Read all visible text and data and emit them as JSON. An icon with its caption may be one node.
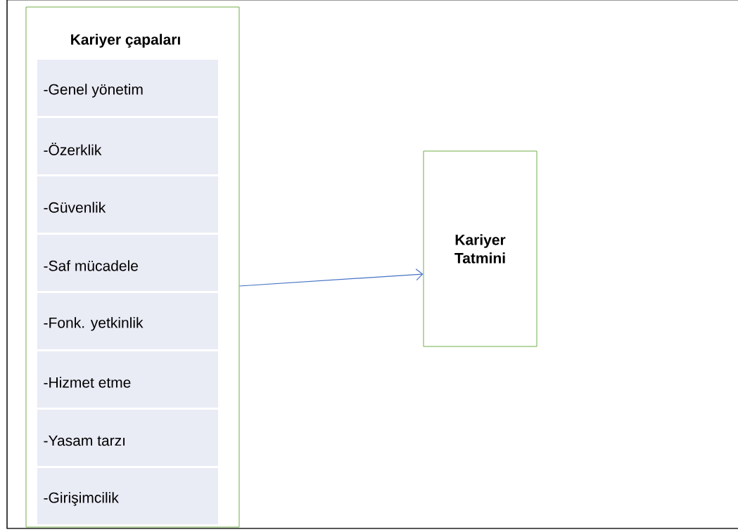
{
  "diagram": {
    "nodes": [
      {
        "text": [
          "Kariyer çapaları"
        ]
      },
      {
        "text": [
          "-Genel yönetim"
        ],
        "in": 0
      },
      {
        "text": [
          "-Özerklik"
        ],
        "in": 0
      },
      {
        "text": [
          "-Güvenlik"
        ],
        "in": 0
      },
      {
        "text": [
          "-Saf mücadele"
        ],
        "in": 0
      },
      {
        "text": [
          "-Fonk. yetkinlik"
        ],
        "in": 0
      },
      {
        "text": [
          "-Hizmet etme"
        ],
        "in": 0
      },
      {
        "text": [
          "-Yasam tarzı"
        ],
        "in": 0
      },
      {
        "text": [
          "-Girişimcilik"
        ],
        "in": 0
      },
      {
        "text": [
          "Kariyer Tatmini"
        ]
      }
    ],
    "edges": [
      {
        "from": 0,
        "to": 9,
        "arrow": "to"
      }
    ]
  }
}
